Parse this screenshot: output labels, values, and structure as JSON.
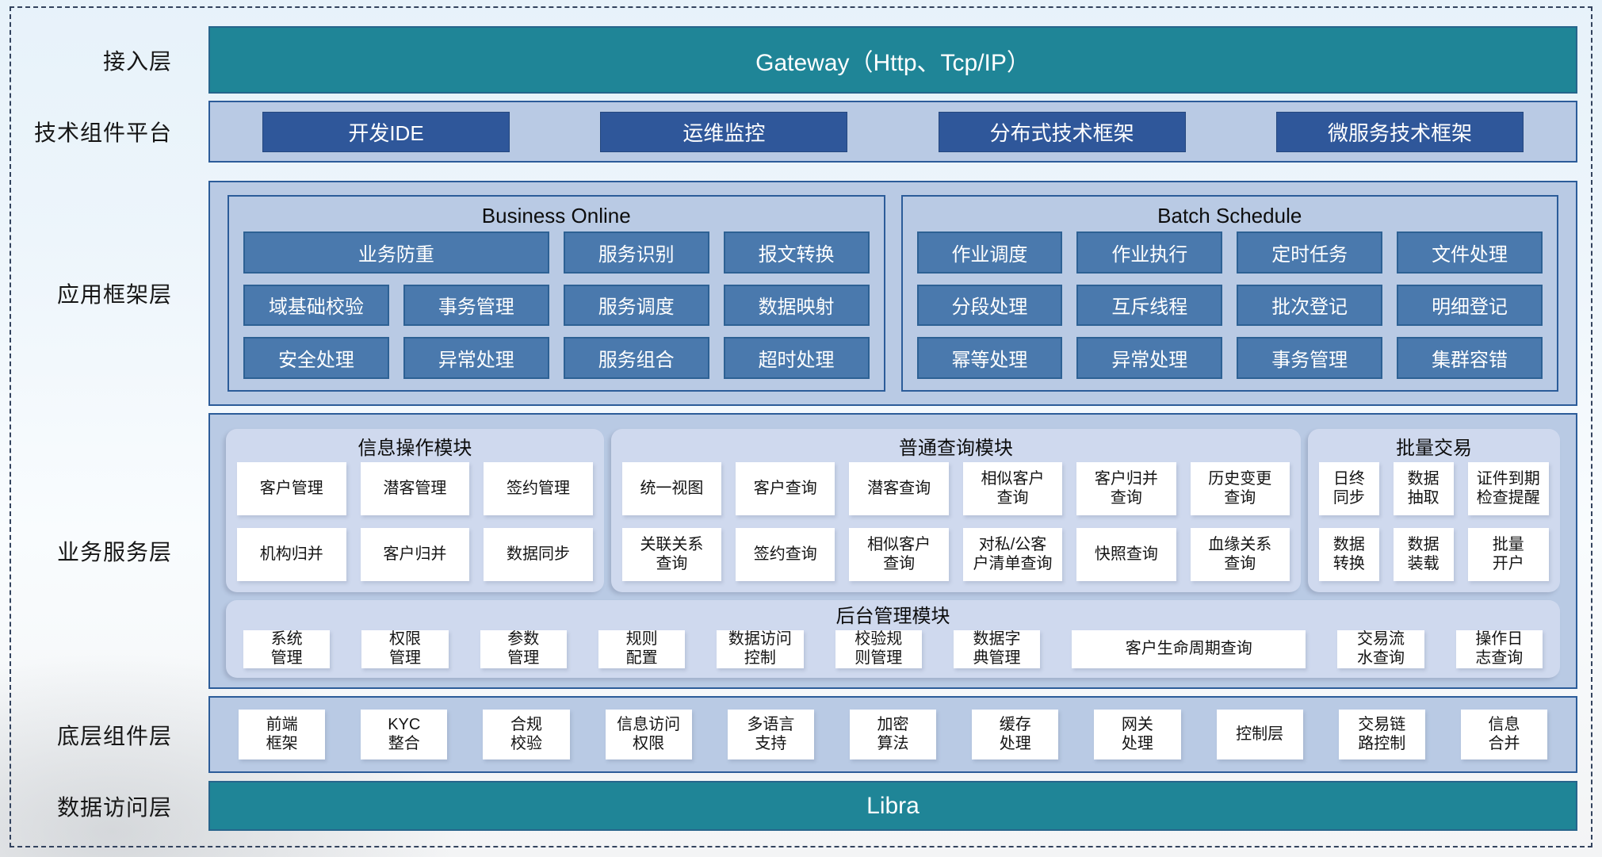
{
  "colors": {
    "teal_bar": "#1f8597",
    "dark_button_blue": "#2f579a",
    "framework_cell_blue": "#4a79ad",
    "container_blue": "#b9cae4",
    "module_panel_blue": "#cfd9ee",
    "border_blue": "#2c5c99",
    "white_cell": "#ffffff"
  },
  "layers": {
    "access": {
      "label": "接入层",
      "bar_text": "Gateway（Http、Tcp/IP）"
    },
    "tech_platform": {
      "label": "技术组件平台",
      "buttons": [
        "开发IDE",
        "运维监控",
        "分布式技术框架",
        "微服务技术框架"
      ]
    },
    "app_framework": {
      "label": "应用框架层",
      "panels": [
        {
          "title": "Business Online",
          "cells": [
            {
              "text": "业务防重",
              "span": 2
            },
            {
              "text": "服务识别",
              "span": 1
            },
            {
              "text": "报文转换",
              "span": 1
            },
            {
              "text": "域基础校验",
              "span": 1
            },
            {
              "text": "事务管理",
              "span": 1
            },
            {
              "text": "服务调度",
              "span": 1
            },
            {
              "text": "数据映射",
              "span": 1
            },
            {
              "text": "安全处理",
              "span": 1
            },
            {
              "text": "异常处理",
              "span": 1
            },
            {
              "text": "服务组合",
              "span": 1
            },
            {
              "text": "超时处理",
              "span": 1
            }
          ]
        },
        {
          "title": "Batch Schedule",
          "cells": [
            {
              "text": "作业调度",
              "span": 1
            },
            {
              "text": "作业执行",
              "span": 1
            },
            {
              "text": "定时任务",
              "span": 1
            },
            {
              "text": "文件处理",
              "span": 1
            },
            {
              "text": "分段处理",
              "span": 1
            },
            {
              "text": "互斥线程",
              "span": 1
            },
            {
              "text": "批次登记",
              "span": 1
            },
            {
              "text": "明细登记",
              "span": 1
            },
            {
              "text": "幂等处理",
              "span": 1
            },
            {
              "text": "异常处理",
              "span": 1
            },
            {
              "text": "事务管理",
              "span": 1
            },
            {
              "text": "集群容错",
              "span": 1
            }
          ]
        }
      ]
    },
    "business_service": {
      "label": "业务服务层",
      "modules": [
        {
          "title": "信息操作模块",
          "flex": 478,
          "col_spec": "1fr 1fr 1fr",
          "cells": [
            "客户管理",
            "潜客管理",
            "签约管理",
            "机构归并",
            "客户归并",
            "数据同步"
          ]
        },
        {
          "title": "普通查询模块",
          "flex": 897,
          "col_spec": "repeat(6,1fr)",
          "cells": [
            "统一视图",
            "客户查询",
            "潜客查询",
            "相似客户\n查询",
            "客户归并\n查询",
            "历史变更\n查询",
            "关联关系\n查询",
            "签约查询",
            "相似客户\n查询",
            "对私/公客\n户清单查询",
            "快照查询",
            "血缘关系\n查询"
          ]
        },
        {
          "title": "批量交易",
          "flex": 309,
          "col_spec": "1fr 1fr 1.35fr",
          "cells": [
            "日终\n同步",
            "数据\n抽取",
            "证件到期\n检查提醒",
            "数据\n转换",
            "数据\n装载",
            "批量\n开户"
          ]
        }
      ],
      "admin": {
        "title": "后台管理模块",
        "cells": [
          {
            "text": "系统\n管理",
            "flex": 1
          },
          {
            "text": "权限\n管理",
            "flex": 1
          },
          {
            "text": "参数\n管理",
            "flex": 1
          },
          {
            "text": "规则\n配置",
            "flex": 1
          },
          {
            "text": "数据访问\n控制",
            "flex": 1
          },
          {
            "text": "校验规\n则管理",
            "flex": 1
          },
          {
            "text": "数据字\n典管理",
            "flex": 1
          },
          {
            "text": "客户生命周期查询",
            "flex": 2.7
          },
          {
            "text": "交易流\n水查询",
            "flex": 1
          },
          {
            "text": "操作日\n志查询",
            "flex": 1
          }
        ]
      }
    },
    "bottom": {
      "label": "底层组件层",
      "cells": [
        "前端\n框架",
        "KYC\n整合",
        "合规\n校验",
        "信息访问\n权限",
        "多语言\n支持",
        "加密\n算法",
        "缓存\n处理",
        "网关\n处理",
        "控制层",
        "交易链\n路控制",
        "信息\n合并"
      ]
    },
    "data_access": {
      "label": "数据访问层",
      "bar_text": "Libra"
    }
  }
}
